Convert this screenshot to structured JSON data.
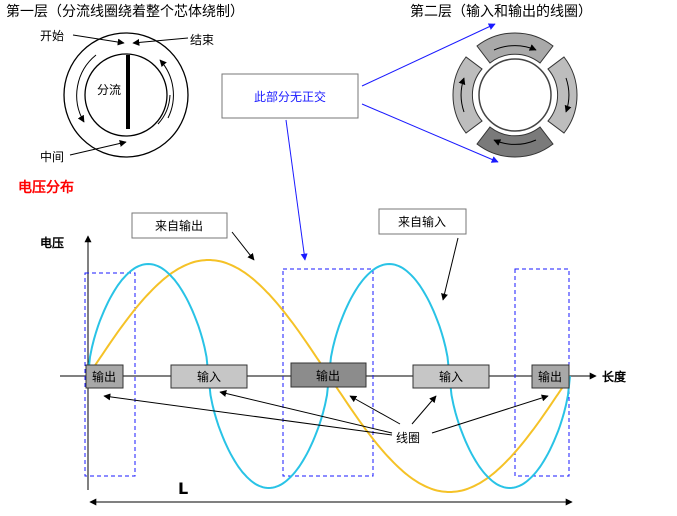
{
  "layer1": {
    "title": "第一层（分流线圈绕着整个芯体绕制）",
    "start_label": "开始",
    "end_label": "结束",
    "shunt_label": "分流",
    "middle_label": "中间"
  },
  "layer2": {
    "title": "第二层（输入和输出的线圈）",
    "segment_colors": [
      "#a9a9a9",
      "#bdbdbd",
      "#7a7a7a",
      "#bdbdbd"
    ]
  },
  "note": {
    "label": "此部分无正交"
  },
  "voltage_heading": "电压分布",
  "plot": {
    "y_label": "电压",
    "x_label": "长度",
    "length_label": "L",
    "from_output_label": "来自输出",
    "from_input_label": "来自输入",
    "coil_label": "线圈",
    "coils": [
      {
        "label": "输出",
        "color": "#a8a8a8"
      },
      {
        "label": "输入",
        "color": "#c6c6c6"
      },
      {
        "label": "输出",
        "color": "#8c8c8c"
      },
      {
        "label": "输入",
        "color": "#c6c6c6"
      },
      {
        "label": "输出",
        "color": "#a8a8a8"
      }
    ],
    "colors": {
      "input_curve": "#29c3e6",
      "output_curve": "#f5c227",
      "accent": "#1a1aff",
      "heading": "#ff0000"
    }
  }
}
